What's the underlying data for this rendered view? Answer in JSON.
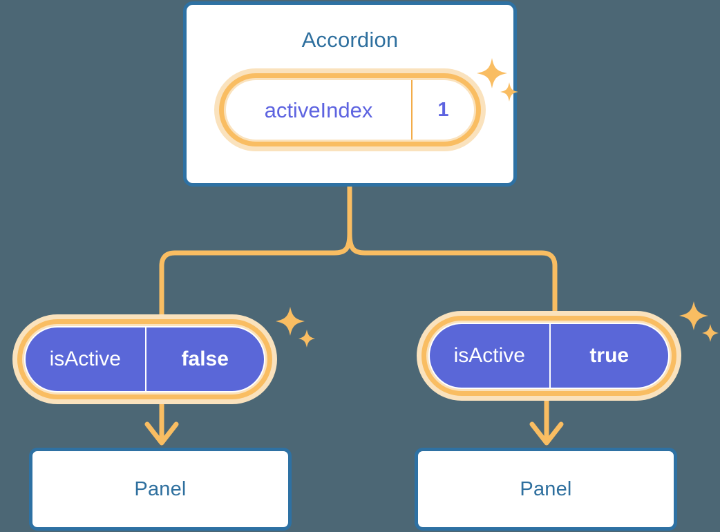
{
  "theme": {
    "background": "#4c6775",
    "card_border": "#2e71a3",
    "card_title_color": "#2e6f9e",
    "card_fill": "#ffffff",
    "pill_ring_outer": "#fae2bd",
    "pill_ring_inner": "#f9bd62",
    "pill_solid_fill": "#5a67d8",
    "pill_text_purple": "#5d63e0",
    "pill_text_white": "#ffffff",
    "connector_color": "#f9bd62",
    "sparkle_color": "#f9bd62"
  },
  "diagram": {
    "root": {
      "title": "Accordion",
      "state": {
        "key": "activeIndex",
        "value": "1"
      }
    },
    "branches": [
      {
        "prop": {
          "key": "isActive",
          "value": "false"
        },
        "child": {
          "title": "Panel"
        }
      },
      {
        "prop": {
          "key": "isActive",
          "value": "true"
        },
        "child": {
          "title": "Panel"
        }
      }
    ]
  },
  "icons": {
    "sparkle_large": "sparkle-large-icon",
    "sparkle_small": "sparkle-small-icon",
    "arrow_down": "arrow-down-icon"
  }
}
